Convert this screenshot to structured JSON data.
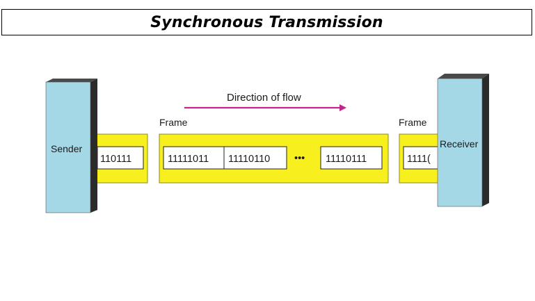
{
  "title": "Synchronous Transmission",
  "colors": {
    "station_face": "#a5d8e6",
    "station_top": "#4a4a4a",
    "station_side": "#2b2b2b",
    "frame_fill": "#f7f01e",
    "frame_border": "#8a8a1a",
    "arrow": "#c2258c"
  },
  "direction_label": "Direction of flow",
  "sender_label": "Sender",
  "receiver_label": "Receiver",
  "frame_label": "Frame",
  "sender_frame_bits": "110111",
  "frame_bits": [
    "11111011",
    "11110110",
    "11110111"
  ],
  "ellipsis": "•••",
  "receiver_frame_bits": "1111("
}
